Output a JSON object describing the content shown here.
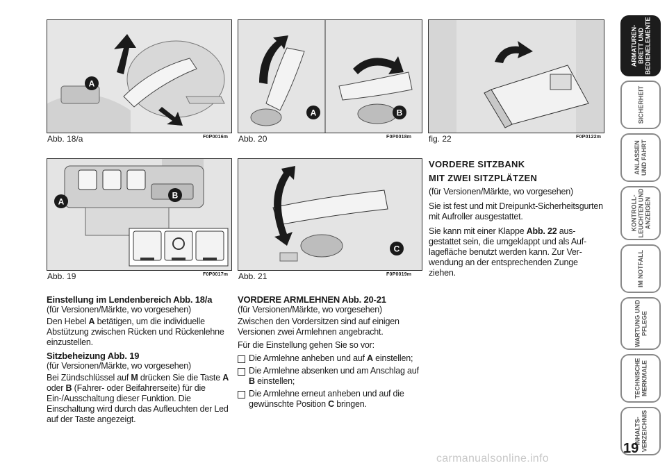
{
  "figures": {
    "f18a": {
      "caption": "Abb. 18/a",
      "code": "F0P0016m",
      "callouts": [
        "A"
      ]
    },
    "f20": {
      "caption": "Abb. 20",
      "code": "F0P0018m",
      "callouts": [
        "A",
        "B"
      ]
    },
    "f22": {
      "caption": "fig. 22",
      "code": "F0P0122m"
    },
    "f19": {
      "caption": "Abb. 19",
      "code": "F0P0017m",
      "callouts": [
        "A",
        "B"
      ]
    },
    "f21": {
      "caption": "Abb. 21",
      "code": "F0P0019m",
      "callouts": [
        "C"
      ]
    }
  },
  "col1": {
    "lumbar_title": "Einstellung im Lendenbereich Abb. 18/a",
    "lumbar_sub": "(für Versionen/Märkte, wo vorgesehen)",
    "lumbar_p1": "Den Hebel ",
    "lumbar_p1_b": "A",
    "lumbar_p1_rest": " betätigen, um die individuelle Abstützung zwischen Rücken und Rücken­lehne einzustellen.",
    "heat_title": "Sitzbeheizung Abb. 19",
    "heat_sub": "(für Versionen/Märkte, wo vorgesehen)",
    "heat_p1": "Bei Zündschlüssel auf ",
    "heat_p1_b1": "M",
    "heat_p1_2": " drücken Sie die Ta­ste ",
    "heat_p1_b2": "A",
    "heat_p1_3": " oder ",
    "heat_p1_b3": "B",
    "heat_p1_4": " (Fahrer- oder Beifahrerseite) für die Ein-/Ausschaltung dieser Funktion. Die Einschaltung wird durch das Aufleuchten der Led auf der Taste angezeigt."
  },
  "col2": {
    "title": "VORDERE ARMLEHNEN",
    "title_ref": " Abb. 20-21",
    "sub": "(für Versionen/Märkte, wo vorgesehen)",
    "p1": "Zwischen den Vordersitzen sind auf eini­gen Versionen zwei Armlehnen angebracht.",
    "p2": "Für die Einstellung gehen Sie so vor:",
    "li1": "Die Armlehne anheben und auf ",
    "li1_b": "A",
    "li1_rest": " ein­stellen;",
    "li2": "Die Armlehne absenken und am An­schlag auf ",
    "li2_b": "B",
    "li2_rest": " einstellen;",
    "li3": "Die Armlehne erneut anheben und auf die gewünschte Position ",
    "li3_b": "C",
    "li3_rest": " bringen."
  },
  "col3": {
    "title1": "VORDERE SITZBANK",
    "title2": "MIT ZWEI SITZPLÄTZEN",
    "sub": "(für Versionen/Märkte, wo vorgesehen)",
    "p1": "Sie ist fest und mit Dreipunkt-Sicher­heitsgurten mit Aufroller ausgestattet.",
    "p2": "Sie kann mit einer Klappe ",
    "p2_b": "Abb. 22",
    "p2_rest": " aus­gestattet sein, die umgeklappt und als Auf­lagefläche benutzt werden kann. Zur Ver­wendung an der entsprechenden Zunge ziehen."
  },
  "sidebar": {
    "tabs": [
      {
        "label": "ARMATUREN-\nBRETT UND\nBEDIENELEMENTE"
      },
      {
        "label": "SICHERHEIT"
      },
      {
        "label": "ANLASSEN\nUND FAHRT"
      },
      {
        "label": "KONTROLL-\nLEUCHTEN UND\nANZEIGEN"
      },
      {
        "label": "IM NOTFALL"
      },
      {
        "label": "WARTUNG UND\nPFLEGE"
      },
      {
        "label": "TECHNISCHE\nMERKMALE"
      },
      {
        "label": "INHALTS-\nVERZEICHNIS"
      }
    ]
  },
  "page_number": "19",
  "watermark": "carmanualsonline.info"
}
